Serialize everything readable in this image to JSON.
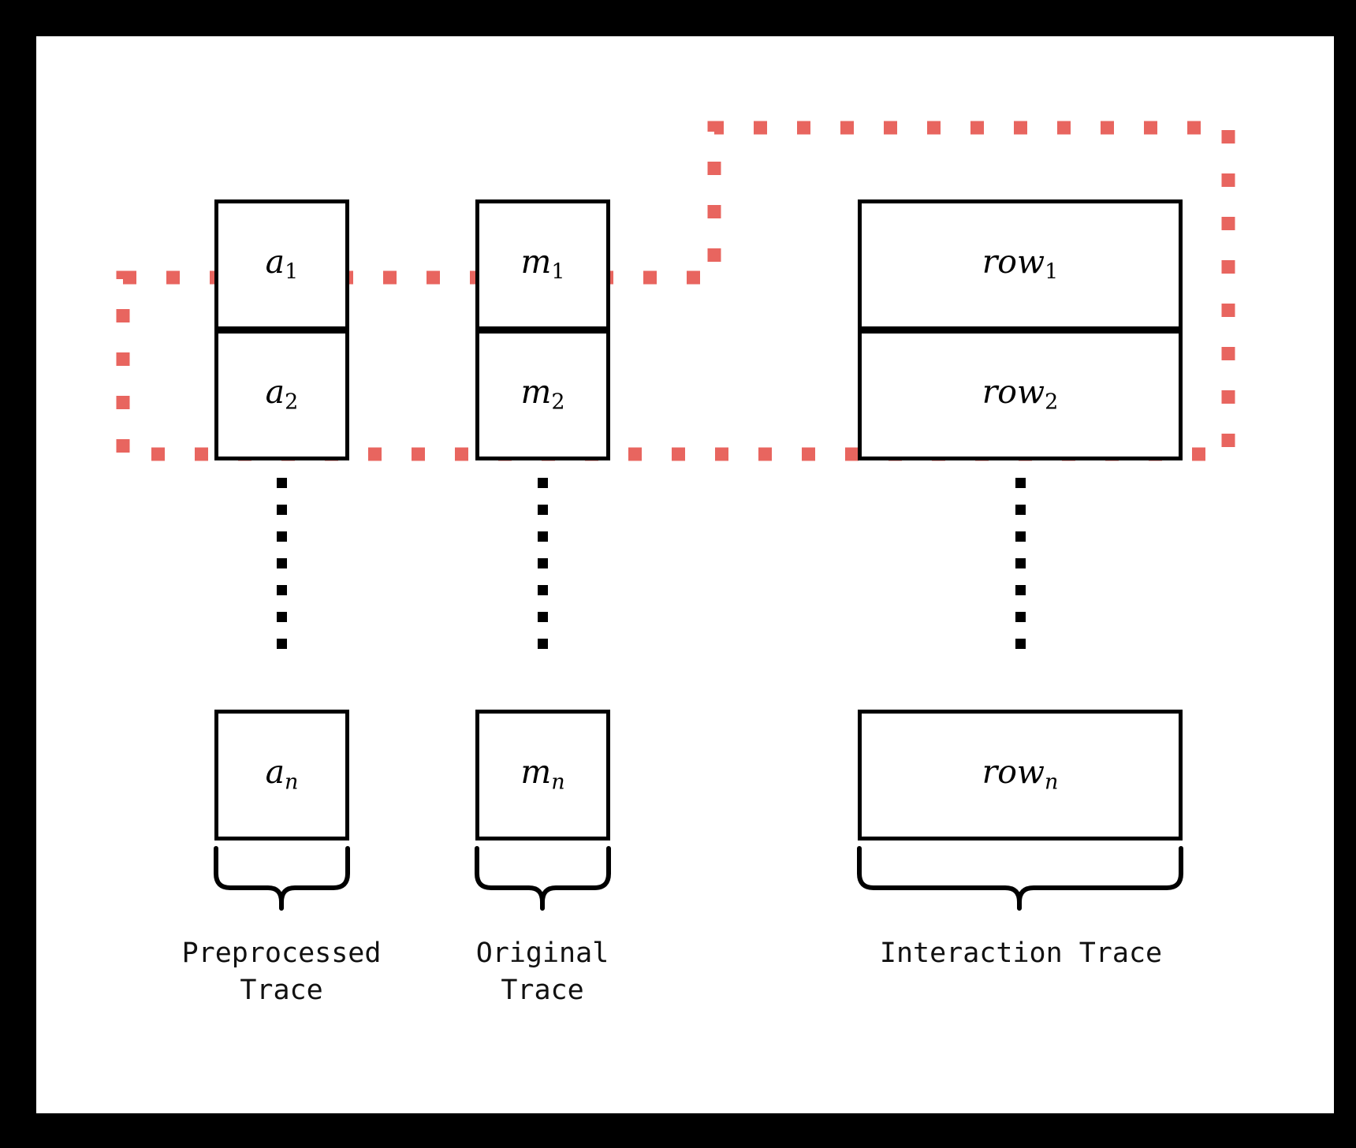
{
  "figure": {
    "title": "Preprocessed / Original / Interaction trace columns with highlighted row band",
    "background": "#000000",
    "canvas_background": "#ffffff",
    "accent_color": "#e8655f",
    "line_color": "#000000"
  },
  "columns": [
    {
      "id": "preprocessed",
      "label": "Preprocessed\nTrace",
      "cells": [
        {
          "base": "a",
          "sub": "1"
        },
        {
          "base": "a",
          "sub": "2"
        },
        {
          "base": "a",
          "sub": "n"
        }
      ]
    },
    {
      "id": "original",
      "label": "Original\nTrace",
      "cells": [
        {
          "base": "m",
          "sub": "1"
        },
        {
          "base": "m",
          "sub": "2"
        },
        {
          "base": "m",
          "sub": "n"
        }
      ]
    },
    {
      "id": "interaction",
      "label": "Interaction Trace",
      "cells": [
        {
          "base": "row",
          "sub": "1"
        },
        {
          "base": "row",
          "sub": "2"
        },
        {
          "base": "row",
          "sub": "n"
        }
      ]
    }
  ],
  "ellipsis": {
    "glyph": "vertical-dots",
    "count": 7
  },
  "highlight": {
    "style": "dashed",
    "color": "#e8655f",
    "description": "dashed band enclosing rows 1 and 2 of all three traces"
  }
}
